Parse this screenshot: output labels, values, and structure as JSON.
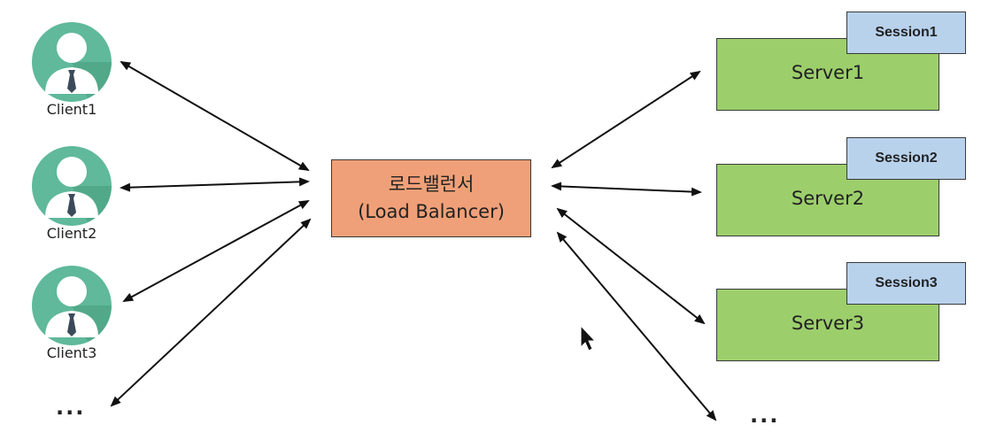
{
  "clients": [
    {
      "label": "Client1"
    },
    {
      "label": "Client2"
    },
    {
      "label": "Client3"
    }
  ],
  "clients_more": "...",
  "load_balancer": {
    "line1": "로드밸런서",
    "line2": "(Load Balancer)"
  },
  "servers": [
    {
      "name": "Server1",
      "session": "Session1"
    },
    {
      "name": "Server2",
      "session": "Session2"
    },
    {
      "name": "Server3",
      "session": "Session3"
    }
  ],
  "servers_more": "...",
  "icons": [
    "user-icon",
    "cursor-icon"
  ],
  "colors": {
    "client_circle": "#5fb99a",
    "load_balancer": "#f0a078",
    "server": "#9ccf6b",
    "session": "#b9d2ec"
  }
}
